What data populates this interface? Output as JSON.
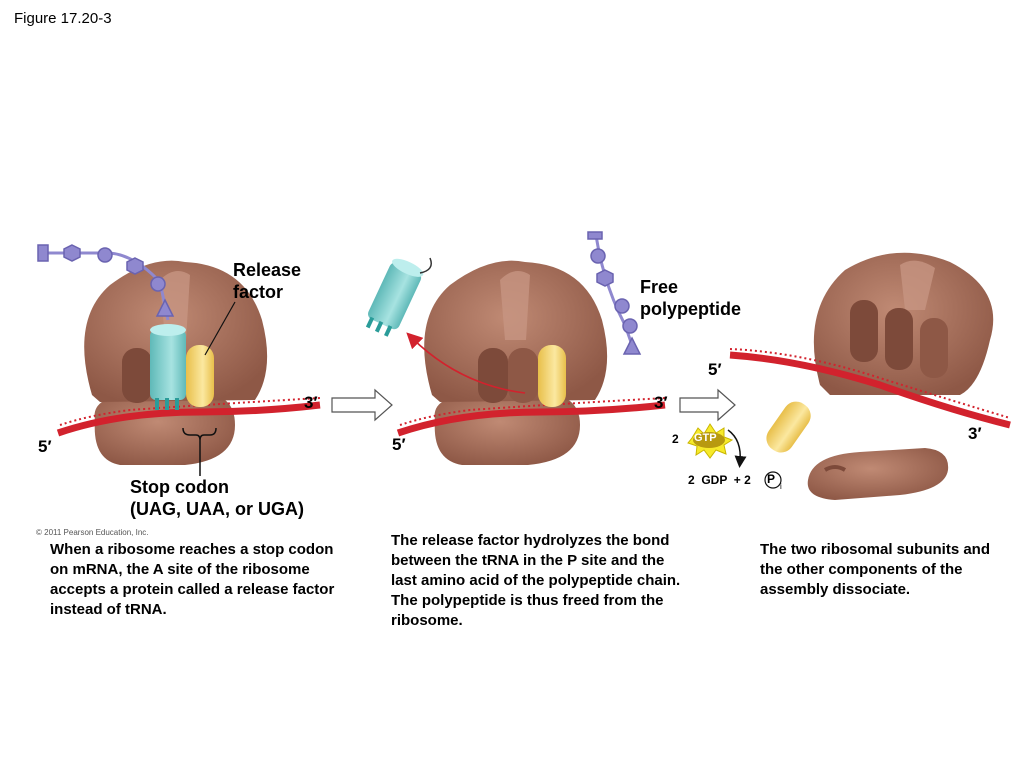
{
  "figure_label": "Figure 17.20-3",
  "labels": {
    "release_factor": "Release factor",
    "stop_codon_title": "Stop codon",
    "stop_codon_list": "(UAG, UAA, or UGA)",
    "free_polypeptide": "Free polypeptide",
    "five_prime": "5′",
    "three_prime": "3′",
    "gtp": "GTP",
    "gtp_coeff": "2",
    "gdp_pi": "2  GDP  + 2",
    "pi_letter": "P",
    "pi_sub": "i"
  },
  "copyright": "© 2011 Pearson Education, Inc.",
  "captions": {
    "step1": "When a ribosome reaches a stop codon on mRNA, the A site of the ribosome accepts a protein called a release factor instead of tRNA.",
    "step2": "The release factor hydrolyzes the bond between the tRNA in the P site and the last amino acid of the polypeptide chain. The polypeptide is thus freed from the ribosome.",
    "step3": "The two ribosomal subunits and the other components of the assembly dissociate."
  },
  "colors": {
    "ribosome": "#a9705c",
    "ribosome_dark": "#7d4a3a",
    "mrna": "#d2222d",
    "trna": "#7fd0cf",
    "release_factor": "#f2d16b",
    "polypeptide": "#8f88cf",
    "gtp_burst": "#f6ea2a"
  }
}
